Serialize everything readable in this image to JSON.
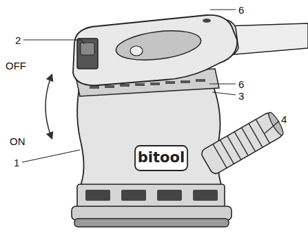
{
  "diagram": {
    "labels": [
      "6",
      "2",
      "OFF",
      "6",
      "3",
      "ON",
      "1",
      "4",
      "bitool"
    ]
  }
}
